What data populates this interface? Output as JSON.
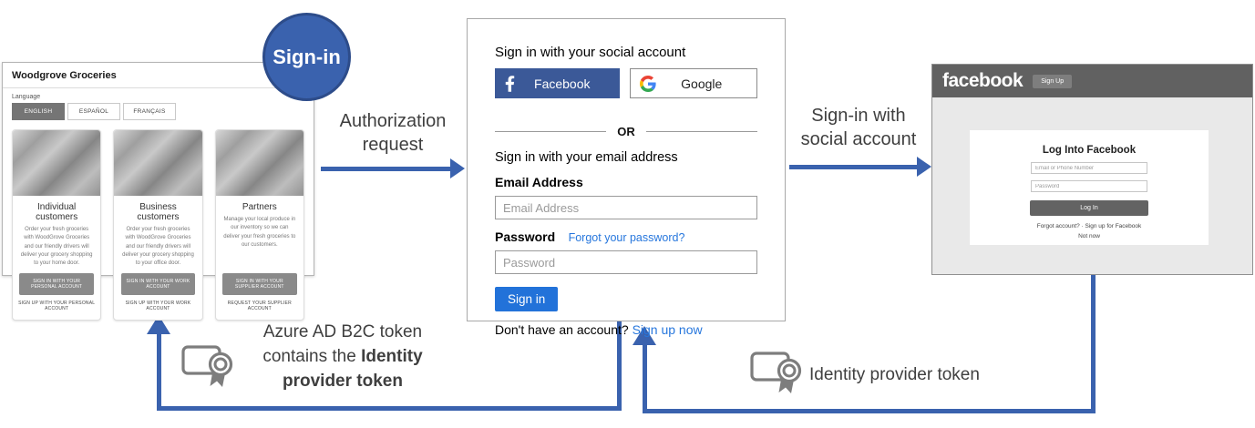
{
  "badge": {
    "label": "Sign-in"
  },
  "flow": {
    "authorization_request": [
      "Authorization",
      "request"
    ],
    "social_sign_in": [
      "Sign-in with",
      "social account"
    ],
    "azure_token_label": {
      "line1": "Azure AD B2C token",
      "line2_normal": "contains the",
      "line2_bold": "Identity",
      "line3_bold": "provider token"
    },
    "idp_token_label": "Identity provider token"
  },
  "woodgrove": {
    "title": "Woodgrove Groceries",
    "language_label": "Language",
    "languages": [
      "ENGLISH",
      "ESPAÑOL",
      "FRANÇAIS"
    ],
    "cards": [
      {
        "title": "Individual customers",
        "description": "Order your fresh groceries with WoodGrove Groceries and our friendly drivers will deliver your grocery shopping to your home door.",
        "button": "SIGN IN WITH YOUR PERSONAL ACCOUNT",
        "link": "SIGN UP WITH YOUR PERSONAL ACCOUNT"
      },
      {
        "title": "Business customers",
        "description": "Order your fresh groceries with WoodGrove Groceries and our friendly drivers will deliver your grocery shopping to your office door.",
        "button": "SIGN IN WITH YOUR WORK ACCOUNT",
        "link": "SIGN UP WITH YOUR WORK ACCOUNT"
      },
      {
        "title": "Partners",
        "description": "Manage your local produce in our inventory so we can deliver your fresh groceries to our customers.",
        "button": "SIGN IN WITH YOUR SUPPLIER ACCOUNT",
        "link": "REQUEST YOUR SUPPLIER ACCOUNT"
      }
    ]
  },
  "b2c_page": {
    "social_heading": "Sign in with your social account",
    "facebook_button": "Facebook",
    "google_button": "Google",
    "or": "OR",
    "email_heading": "Sign in with your email address",
    "email_label": "Email Address",
    "email_placeholder": "Email Address",
    "password_label": "Password",
    "forgot_link": "Forgot your password?",
    "password_placeholder": "Password",
    "sign_in_button": "Sign in",
    "no_account_text": "Don't have an account?",
    "sign_up_link": "Sign up now"
  },
  "facebook_page": {
    "logo": "facebook",
    "sign_up_button": "Sign Up",
    "card_title": "Log Into Facebook",
    "email_placeholder": "Email or Phone Number",
    "password_placeholder": "Password",
    "log_in_button": "Log In",
    "forgot_text": "Forgot account? · Sign up for Facebook",
    "not_now": "Not now"
  },
  "colors": {
    "arrow_blue": "#3a62ae",
    "circle_border_blue": "#2d4c8a",
    "facebook_brand_blue": "#3b5998",
    "signin_button_blue": "#2272d9",
    "link_blue": "#2777dd",
    "label_gray": "#3f3f3f",
    "fb_header_gray": "#616161"
  }
}
